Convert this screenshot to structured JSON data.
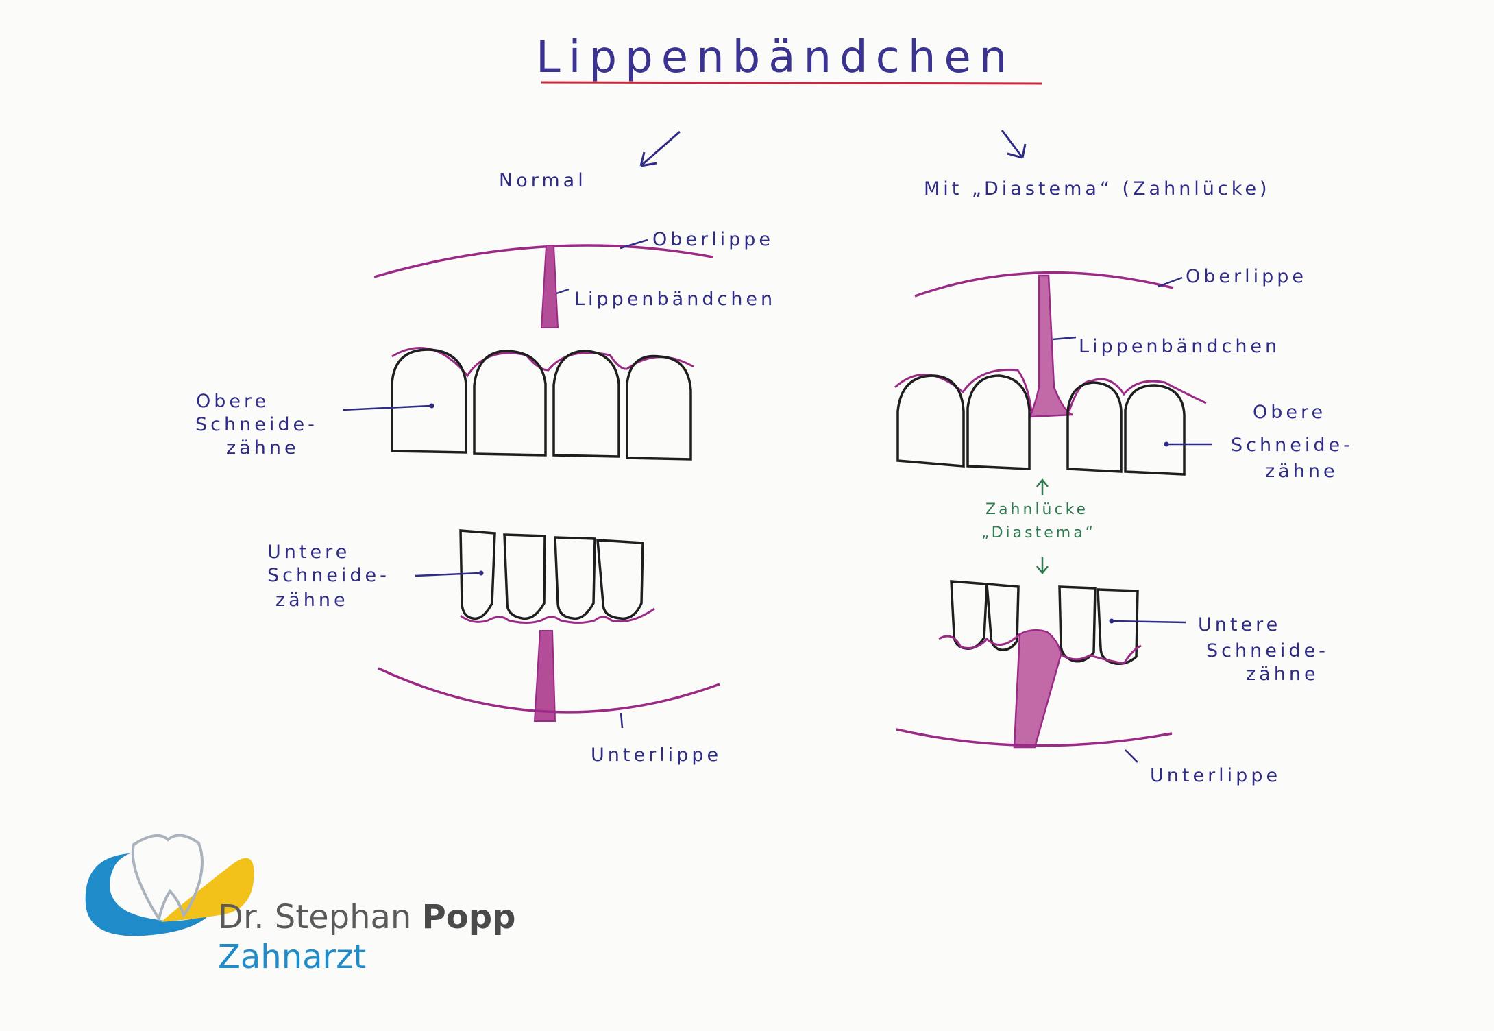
{
  "title": "Lippenbändchen",
  "left": {
    "heading": "Normal",
    "oberlippe": "Oberlippe",
    "baendchen": "Lippenbändchen",
    "obere": [
      "Obere",
      "Schneide-",
      "zähne"
    ],
    "untere": [
      "Untere",
      "Schneide-",
      "zähne"
    ],
    "unterlippe": "Unterlippe"
  },
  "right": {
    "heading": "Mit „Diastema“ (Zahnlücke)",
    "oberlippe": "Oberlippe",
    "baendchen": "Lippenbändchen",
    "obere": [
      "Obere",
      "Schneide-",
      "zähne"
    ],
    "gap": [
      "Zahnlücke",
      "„Diastema“"
    ],
    "untere": [
      "Untere",
      "Schneide-",
      "zähne"
    ],
    "unterlippe": "Unterlippe"
  },
  "logo": {
    "name_first": "Dr. Stephan",
    "name_last": "Popp",
    "role": "Zahnarzt"
  },
  "colors": {
    "ink": "#2f2c86",
    "lip": "#9b2a86",
    "tooth": "#1e1e1e",
    "green": "#2f7a4e",
    "underline": "#c8283a",
    "logo_blue": "#1f8bc9",
    "logo_yellow": "#f2c21a"
  }
}
